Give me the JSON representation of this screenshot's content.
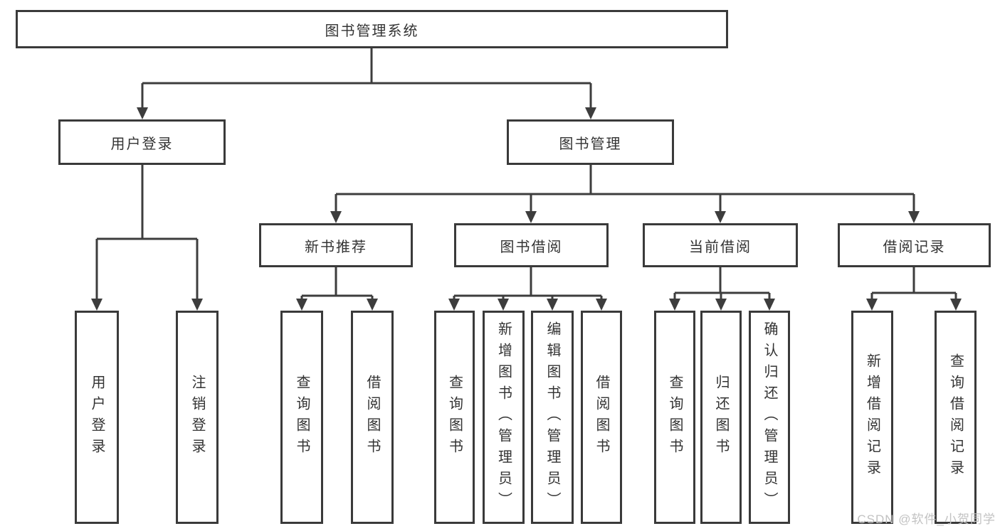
{
  "diagram_type": "functional-structure-tree",
  "tree": {
    "label": "图书管理系统",
    "children": [
      {
        "label": "用户登录",
        "children": [
          {
            "label": "用户登录"
          },
          {
            "label": "注销登录"
          }
        ]
      },
      {
        "label": "图书管理",
        "children": [
          {
            "label": "新书推荐",
            "children": [
              {
                "label": "查询图书"
              },
              {
                "label": "借阅图书"
              }
            ]
          },
          {
            "label": "图书借阅",
            "children": [
              {
                "label": "查询图书"
              },
              {
                "label": "新增图书（管理员）"
              },
              {
                "label": "编辑图书（管理员）"
              },
              {
                "label": "借阅图书"
              }
            ]
          },
          {
            "label": "当前借阅",
            "children": [
              {
                "label": "查询图书"
              },
              {
                "label": "归还图书"
              },
              {
                "label": "确认归还（管理员）"
              }
            ]
          },
          {
            "label": "借阅记录",
            "children": [
              {
                "label": "新增借阅记录"
              },
              {
                "label": "查询借阅记录"
              }
            ]
          }
        ]
      }
    ]
  },
  "watermark": {
    "text": "CSDN @软件_小贺同学"
  },
  "colors": {
    "line": "#3d3d3d",
    "box_border": "#3a3a3a",
    "text": "#333333",
    "watermark": "#c2c2c2",
    "background": "#ffffff"
  }
}
